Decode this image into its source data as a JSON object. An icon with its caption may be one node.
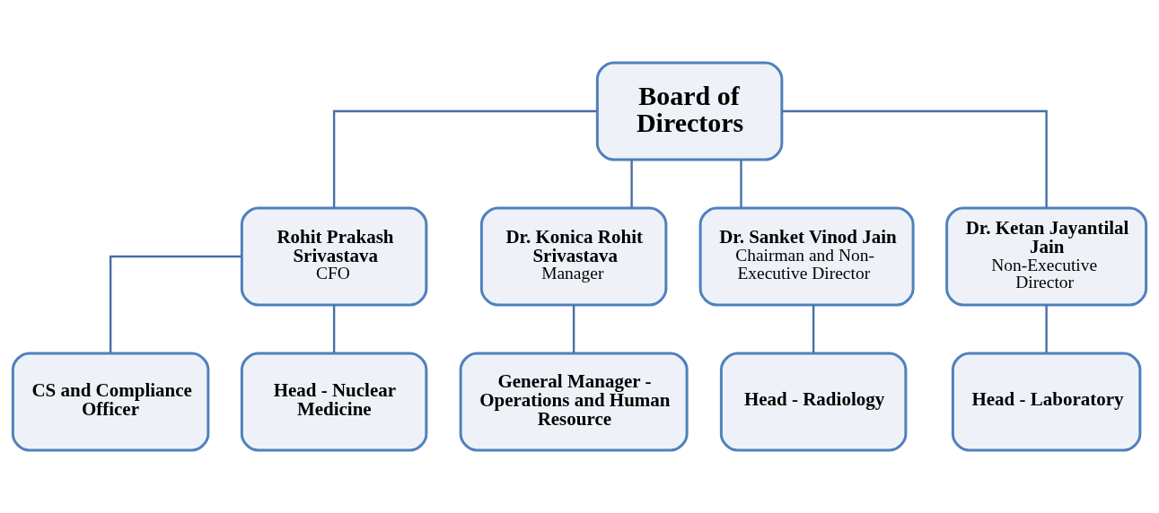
{
  "diagram": {
    "nodes": [
      {
        "text": [
          "Board of Directors"
        ]
      },
      {
        "text": [
          "Rohit Prakash Srivastava",
          "CFO"
        ]
      },
      {
        "text": [
          "Dr. Konica Rohit Srivastava",
          "Manager"
        ]
      },
      {
        "text": [
          "Dr. Sanket Vinod Jain",
          "Chairman and Non-Executive Director"
        ]
      },
      {
        "text": [
          "Dr. Ketan Jayantilal Jain",
          "Non-Executive Director"
        ]
      },
      {
        "text": [
          "CS and Compliance Officer"
        ]
      },
      {
        "text": [
          "Head - Nuclear Medicine"
        ]
      },
      {
        "text": [
          "General Manager - Operations and Human Resource"
        ]
      },
      {
        "text": [
          "Head - Radiology"
        ]
      },
      {
        "text": [
          "Head - Laboratory"
        ]
      }
    ],
    "edges": [
      {
        "from": 0,
        "to": 1,
        "arrow": "none"
      },
      {
        "from": 0,
        "to": 2,
        "arrow": "none"
      },
      {
        "from": 0,
        "to": 3,
        "arrow": "none"
      },
      {
        "from": 0,
        "to": 4,
        "arrow": "none"
      },
      {
        "from": 1,
        "to": 5,
        "arrow": "none"
      },
      {
        "from": 1,
        "to": 6,
        "arrow": "none"
      },
      {
        "from": 2,
        "to": 7,
        "arrow": "none"
      },
      {
        "from": 3,
        "to": 8,
        "arrow": "none"
      },
      {
        "from": 4,
        "to": 9,
        "arrow": "none"
      }
    ]
  }
}
